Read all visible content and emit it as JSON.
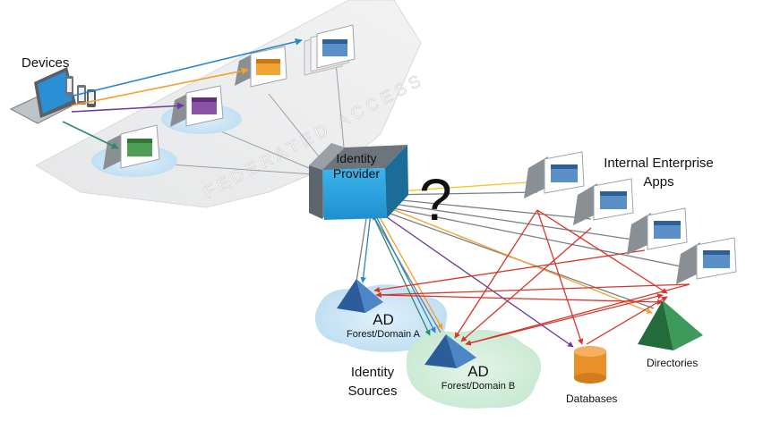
{
  "labels": {
    "devices": "Devices",
    "identity_provider_line1": "Identity",
    "identity_provider_line2": "Provider",
    "internal_apps_line1": "Internal Enterprise",
    "internal_apps_line2": "Apps",
    "federated_access": "FEDERATED ACCESS",
    "question_mark": "?",
    "ad_a_title": "AD",
    "ad_a_sub": "Forest/Domain A",
    "ad_b_title": "AD",
    "ad_b_sub": "Forest/Domain B",
    "identity_sources_line1": "Identity",
    "identity_sources_line2": "Sources",
    "databases": "Databases",
    "directories": "Directories"
  },
  "colors": {
    "idp_blue": "#2aa7e4",
    "idp_dark": "#1b6d97",
    "cloud": "#cfe6f5",
    "ad_green": "#2f8a4a",
    "db_orange": "#e8902c",
    "blue_line": "#2a85c9",
    "orange_line": "#f2a12a",
    "purple_line": "#6b3a9a",
    "teal_line": "#2b8a6e",
    "red_line": "#d8352a",
    "gray_line": "#7a7f84",
    "yellow_line": "#f3c21a"
  }
}
